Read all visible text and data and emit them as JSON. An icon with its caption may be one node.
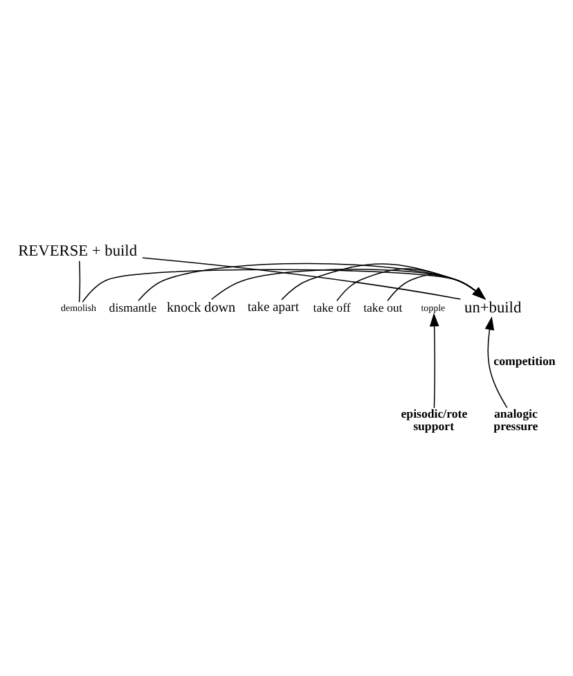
{
  "diagram": {
    "nodes": [
      {
        "text": [
          "REVERSE + build"
        ]
      },
      {
        "text": [
          "demolish"
        ]
      },
      {
        "text": [
          "dismantle"
        ]
      },
      {
        "text": [
          "knock down"
        ]
      },
      {
        "text": [
          "take apart"
        ]
      },
      {
        "text": [
          "take off"
        ]
      },
      {
        "text": [
          "take out"
        ]
      },
      {
        "text": [
          "topple"
        ]
      },
      {
        "text": [
          "un+build"
        ]
      },
      {
        "text": [
          "episodic/rote support"
        ]
      },
      {
        "text": [
          "analogic pressure"
        ]
      }
    ],
    "edges": [
      {
        "from": 0,
        "to": 1,
        "arrow": "none"
      },
      {
        "from": 0,
        "to": 8,
        "arrow": "none"
      },
      {
        "from": 1,
        "to": 8,
        "arrow": "to"
      },
      {
        "from": 2,
        "to": 8,
        "arrow": "to"
      },
      {
        "from": 3,
        "to": 8,
        "arrow": "to"
      },
      {
        "from": 4,
        "to": 8,
        "arrow": "to"
      },
      {
        "from": 5,
        "to": 8,
        "arrow": "to"
      },
      {
        "from": 6,
        "to": 8,
        "arrow": "to"
      },
      {
        "from": 9,
        "to": 7,
        "arrow": "to"
      },
      {
        "from": 10,
        "to": 8,
        "arrow": "to"
      }
    ],
    "labels": [
      "competition"
    ]
  }
}
